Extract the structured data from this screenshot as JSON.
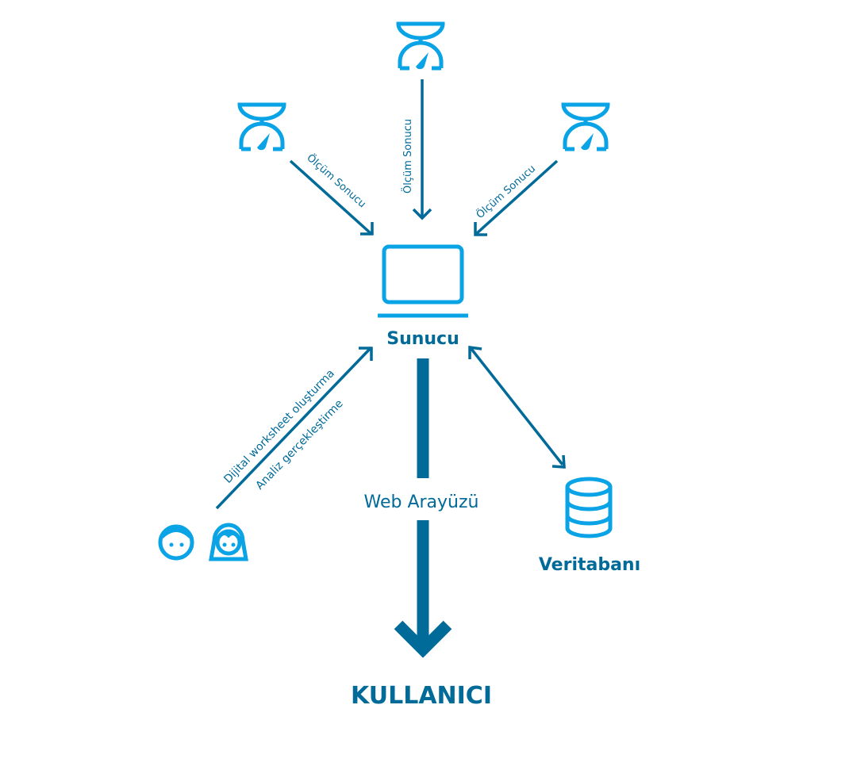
{
  "nodes": {
    "server": "Sunucu",
    "database": "Veritabanı",
    "user": "KULLANICI"
  },
  "edges": {
    "measurement_left": "Ölçüm Sonucu",
    "measurement_center": "Ölçüm Sonucu",
    "measurement_right": "Ölçüm Sonucu",
    "user_to_server_line1": "Dijital worksheet oluşturma",
    "user_to_server_line2": "Analiz gerçekleştirme",
    "web_interface": "Web Arayüzü"
  },
  "colors": {
    "icon": "#0aa3e6",
    "text_arrow": "#006a99"
  }
}
